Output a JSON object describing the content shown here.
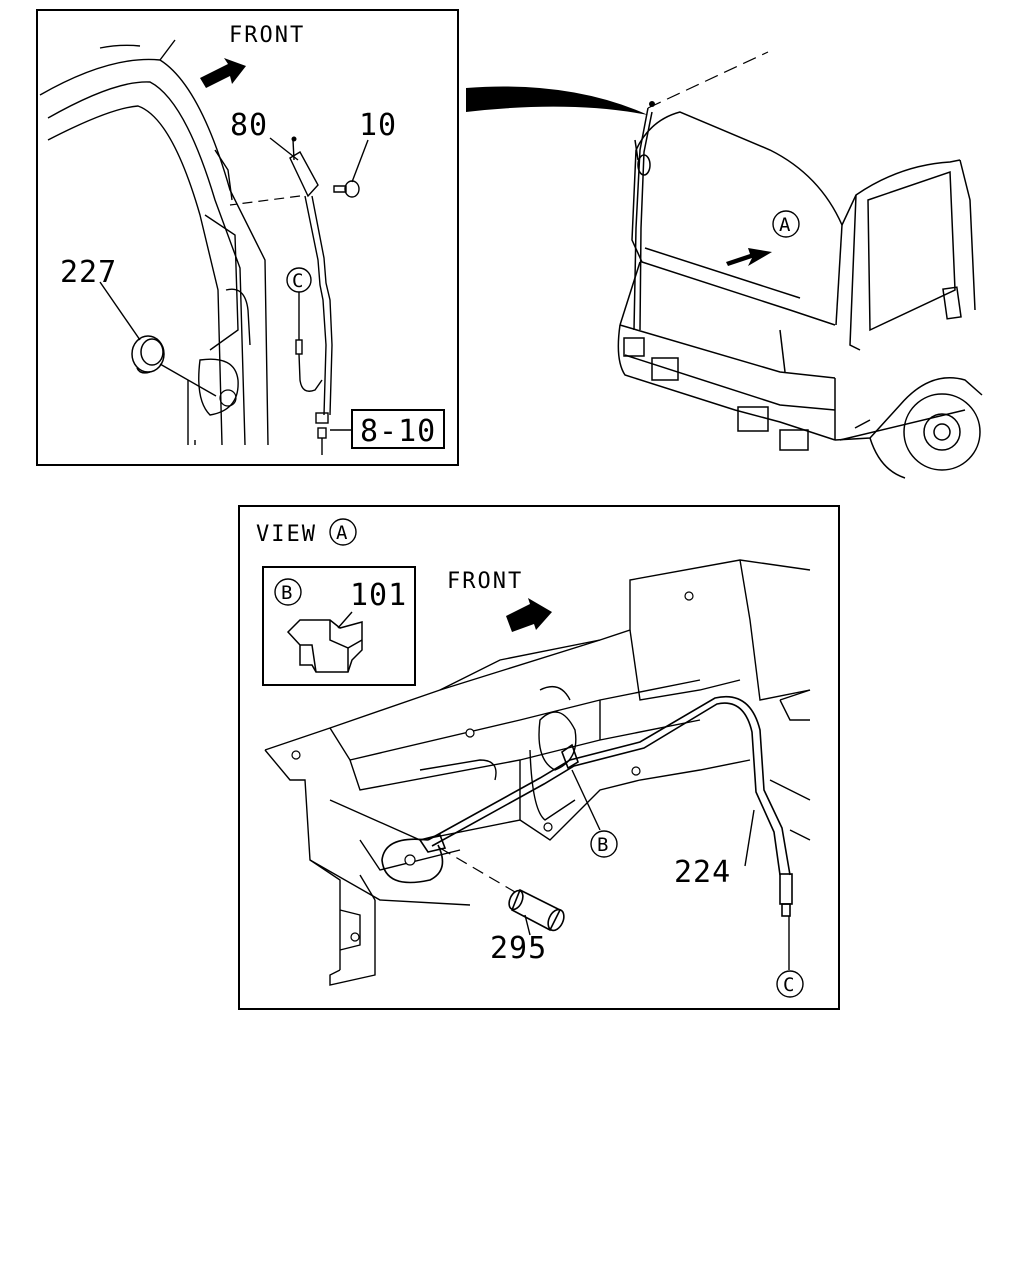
{
  "inset_top": {
    "front_label": "FRONT",
    "callouts": [
      "80",
      "10",
      "227"
    ],
    "ref_box": "8-10",
    "circle_marker": "C"
  },
  "truck": {
    "view_marker": "A"
  },
  "view_a": {
    "title_prefix": "VIEW",
    "title_marker": "A",
    "front_label": "FRONT",
    "detail_b": {
      "marker": "B",
      "part": "101"
    },
    "callouts": [
      "224",
      "295"
    ],
    "markers": [
      "B",
      "C"
    ]
  }
}
